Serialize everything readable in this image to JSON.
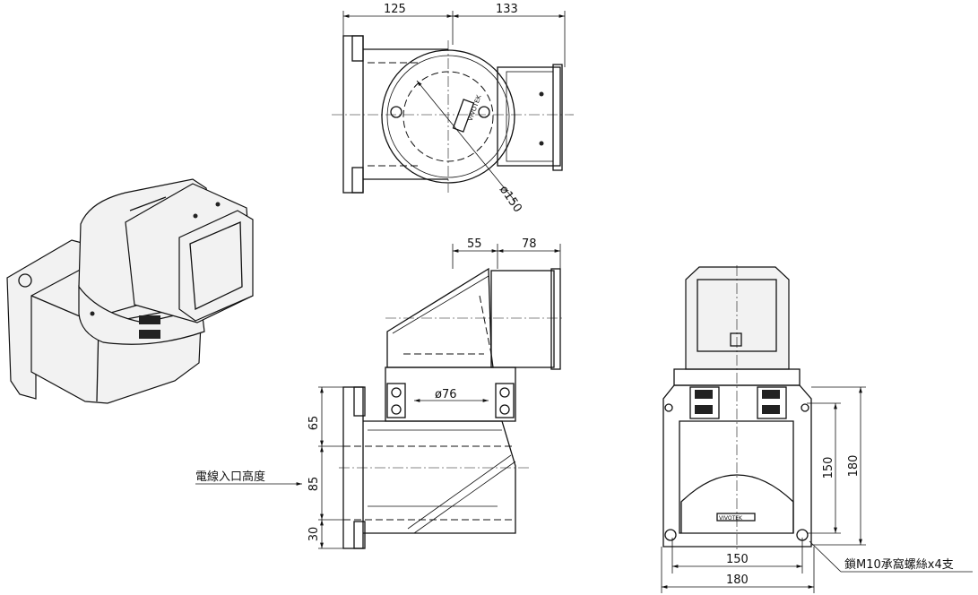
{
  "drawing": {
    "top_view": {
      "dim_left": "125",
      "dim_right": "133",
      "dia_label": "ø150",
      "logo_text": "VIVOTEK"
    },
    "side_view": {
      "dim_top_left": "55",
      "dim_top_right": "78",
      "dia_label": "ø76",
      "dim_v_1": "65",
      "dim_v_2": "85",
      "dim_v_3": "30",
      "cable_entry_label": "電線入口高度"
    },
    "front_view": {
      "dim_bottom_inner": "150",
      "dim_bottom_outer": "180",
      "dim_right_inner": "150",
      "dim_right_outer": "180",
      "screw_note": "鎖M10承窩螺絲x4支",
      "logo_text": "VIVOTEK"
    }
  }
}
